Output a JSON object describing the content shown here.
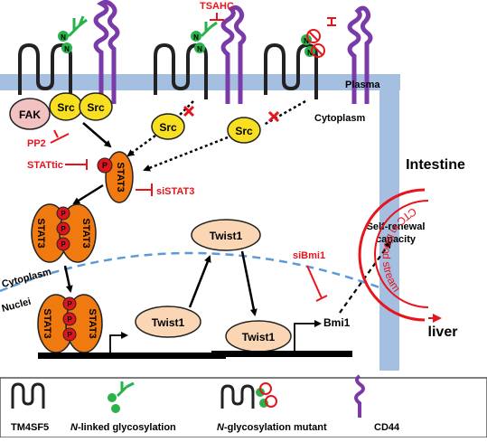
{
  "inhibitors": {
    "tsahc": "TSAHC",
    "pp2": "PP2",
    "stattic": "STATtic",
    "sistat3": "siSTAT3",
    "sibmi1": "siBmi1"
  },
  "compartments": {
    "plasma": "Plasma",
    "cytoplasm_top": "Cytoplasm",
    "cytoplasm_left": "Cytoplasm",
    "nuclei": "Nuclei"
  },
  "proteins": {
    "fak": "FAK",
    "src_a": "Src",
    "src_b": "Src",
    "src_c": "Src",
    "src_d": "Src",
    "stat3": "STAT3",
    "phospho": "P",
    "twist1_mid": "Twist1",
    "twist1_promoter": "Twist1",
    "twist1_lower": "Twist1",
    "bmi1": "Bmi1",
    "glyco_n": "N"
  },
  "outcomes": {
    "self_renewal_line1": "Self-renewal",
    "self_renewal_line2": "capacity",
    "intestine": "Intestine",
    "liver": "liver",
    "ctc": "CTC in blood stream"
  },
  "legend": {
    "tm4sf5": "TM4SF5",
    "n_linked_italic": "N",
    "n_linked_rest": "-linked glycosylation",
    "n_mutant_italic": "N",
    "n_mutant_rest": "-glycosylation mutant",
    "cd44": "CD44"
  },
  "colors": {
    "membrane": "#a4bfe0",
    "stat3_orange": "#f07a10",
    "phospho_red": "#e0141c",
    "src_yellow": "#f8e020",
    "fak_pink": "#f2c2c2",
    "twist_peach": "#fbd6b4",
    "glyco_green": "#2ab24a",
    "cd44_purple": "#7a3aa8",
    "inhibitor_red": "#e8141c",
    "nucleus_dash": "#5a9ad8"
  }
}
